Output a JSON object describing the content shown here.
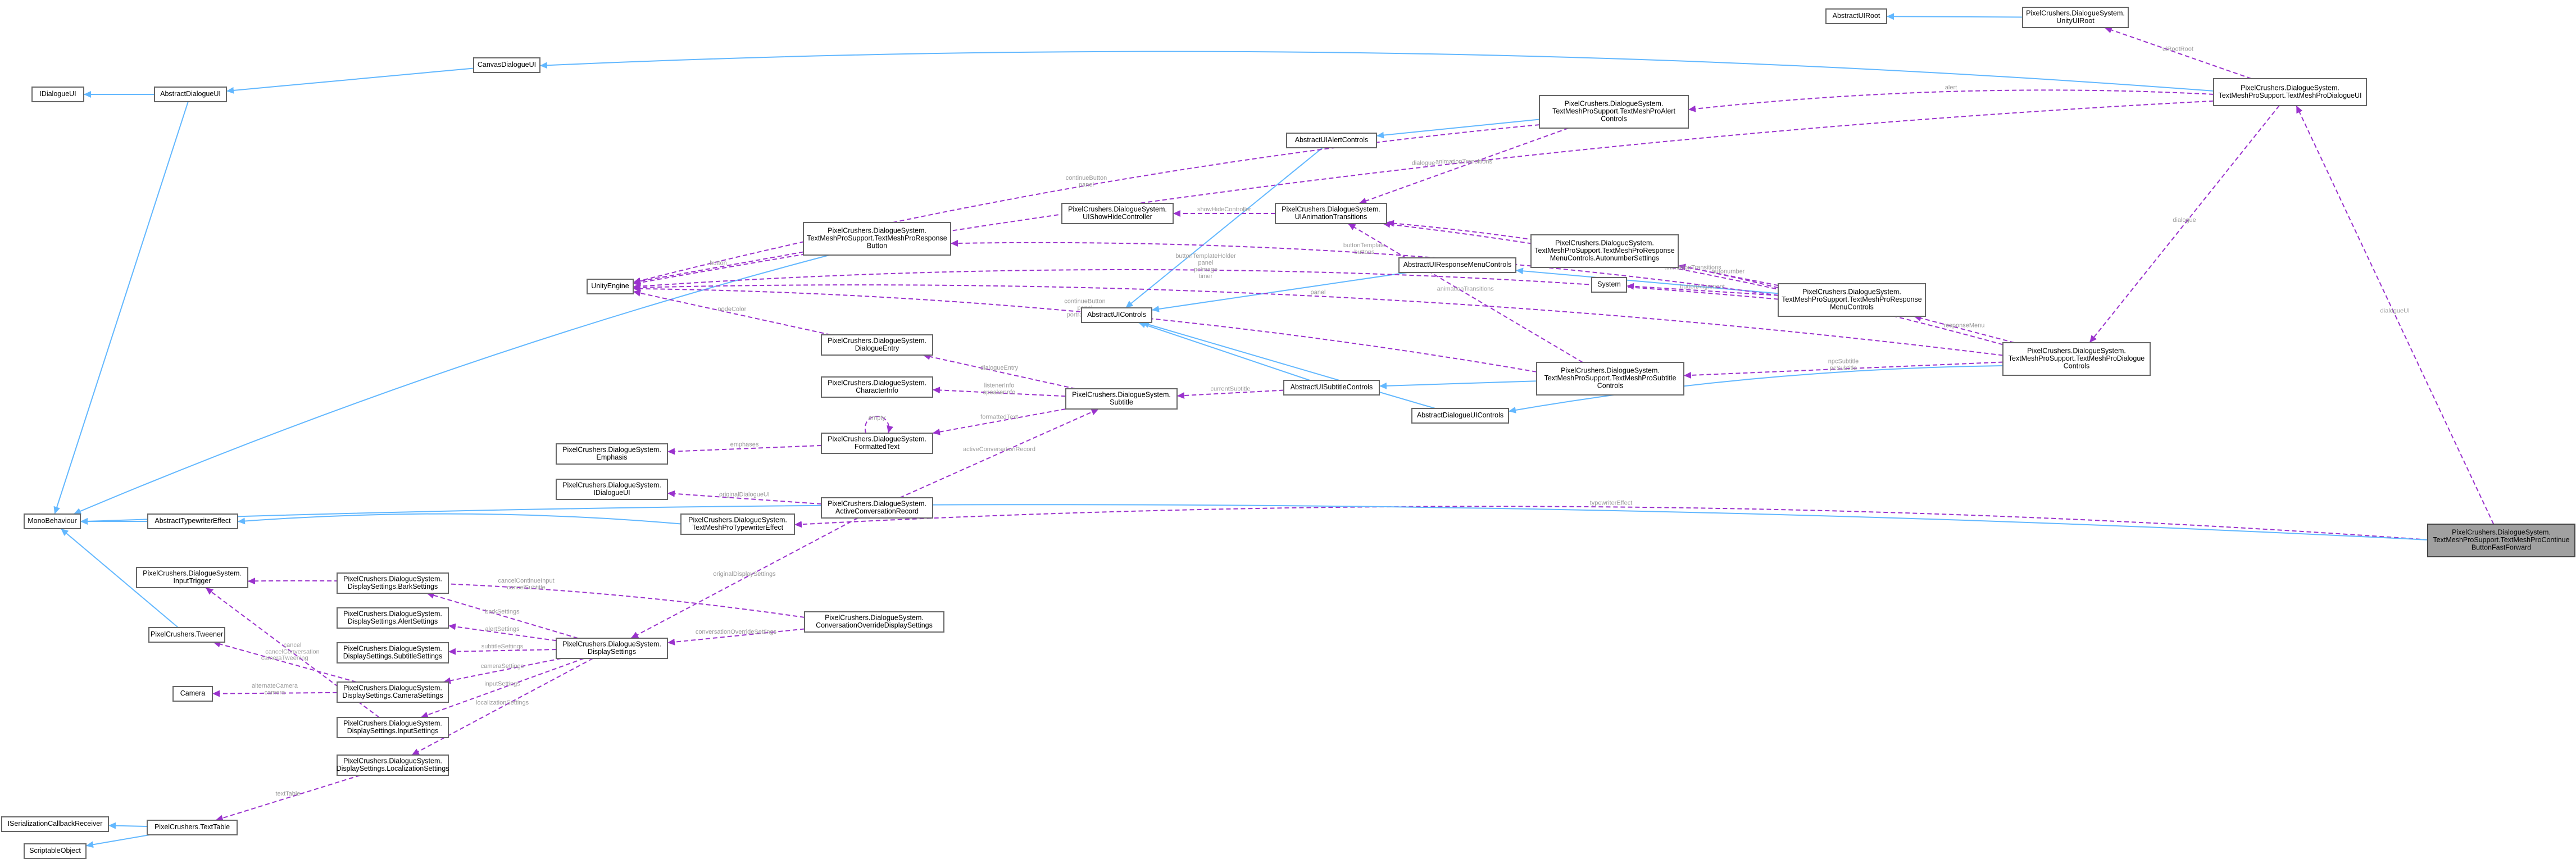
{
  "nodes": [
    {
      "id": "IDialogueUI",
      "lines": [
        "IDialogueUI"
      ]
    },
    {
      "id": "AbstractDialogueUI",
      "lines": [
        "AbstractDialogueUI"
      ]
    },
    {
      "id": "CanvasDialogueUI",
      "lines": [
        "CanvasDialogueUI"
      ]
    },
    {
      "id": "AbstractUIRoot",
      "lines": [
        "AbstractUIRoot"
      ]
    },
    {
      "id": "UnityUIRoot",
      "lines": [
        "PixelCrushers.DialogueSystem.",
        "UnityUIRoot"
      ]
    },
    {
      "id": "TMPDialogueUI",
      "lines": [
        "PixelCrushers.DialogueSystem.",
        "TextMeshProSupport.TextMeshProDialogueUI"
      ]
    },
    {
      "id": "TMPAlertControls",
      "lines": [
        "PixelCrushers.DialogueSystem.",
        "TextMeshProSupport.TextMeshProAlert",
        "Controls"
      ]
    },
    {
      "id": "AbstractUIAlertControls",
      "lines": [
        "AbstractUIAlertControls"
      ]
    },
    {
      "id": "UIAnimationTransitions",
      "lines": [
        "PixelCrushers.DialogueSystem.",
        "UIAnimationTransitions"
      ]
    },
    {
      "id": "UIShowHideController",
      "lines": [
        "PixelCrushers.DialogueSystem.",
        "UIShowHideController"
      ]
    },
    {
      "id": "TMPResponseButton",
      "lines": [
        "PixelCrushers.DialogueSystem.",
        "TextMeshProSupport.TextMeshProResponse",
        "Button"
      ]
    },
    {
      "id": "UnityEngine",
      "lines": [
        "UnityEngine"
      ]
    },
    {
      "id": "AbstractUIResponseMenuControls",
      "lines": [
        "AbstractUIResponseMenuControls"
      ]
    },
    {
      "id": "AutonumberSettings",
      "lines": [
        "PixelCrushers.DialogueSystem.",
        "TextMeshProSupport.TextMeshProResponse",
        "MenuControls.AutonumberSettings"
      ]
    },
    {
      "id": "System",
      "lines": [
        "System"
      ]
    },
    {
      "id": "TMPResponseMenuControls",
      "lines": [
        "PixelCrushers.DialogueSystem.",
        "TextMeshProSupport.TextMeshProResponse",
        "MenuControls"
      ]
    },
    {
      "id": "AbstractUIControls",
      "lines": [
        "AbstractUIControls"
      ]
    },
    {
      "id": "DialogueEntry",
      "lines": [
        "PixelCrushers.DialogueSystem.",
        "DialogueEntry"
      ]
    },
    {
      "id": "CharacterInfo",
      "lines": [
        "PixelCrushers.DialogueSystem.",
        "CharacterInfo"
      ]
    },
    {
      "id": "Subtitle",
      "lines": [
        "PixelCrushers.DialogueSystem.",
        "Subtitle"
      ]
    },
    {
      "id": "AbstractUISubtitleControls",
      "lines": [
        "AbstractUISubtitleControls"
      ]
    },
    {
      "id": "TMPSubtitleControls",
      "lines": [
        "PixelCrushers.DialogueSystem.",
        "TextMeshProSupport.TextMeshProSubtitle",
        "Controls"
      ]
    },
    {
      "id": "TMPDialogueControls",
      "lines": [
        "PixelCrushers.DialogueSystem.",
        "TextMeshProSupport.TextMeshProDialogue",
        "Controls"
      ]
    },
    {
      "id": "AbstractDialogueUIControls",
      "lines": [
        "AbstractDialogueUIControls"
      ]
    },
    {
      "id": "Emphasis",
      "lines": [
        "PixelCrushers.DialogueSystem.",
        "Emphasis"
      ]
    },
    {
      "id": "FormattedText",
      "lines": [
        "PixelCrushers.DialogueSystem.",
        "FormattedText"
      ]
    },
    {
      "id": "IDialogueUI2",
      "lines": [
        "PixelCrushers.DialogueSystem.",
        "IDialogueUI"
      ]
    },
    {
      "id": "ActiveConversationRecord",
      "lines": [
        "PixelCrushers.DialogueSystem.",
        "ActiveConversationRecord"
      ]
    },
    {
      "id": "MonoBehaviour",
      "lines": [
        "MonoBehaviour"
      ]
    },
    {
      "id": "AbstractTypewriterEffect",
      "lines": [
        "AbstractTypewriterEffect"
      ]
    },
    {
      "id": "TMPTypewriterEffect",
      "lines": [
        "PixelCrushers.DialogueSystem.",
        "TextMeshProTypewriterEffect"
      ]
    },
    {
      "id": "ContinueButtonFastForward",
      "lines": [
        "PixelCrushers.DialogueSystem.",
        "TextMeshProSupport.TextMeshProContinue",
        "ButtonFastForward"
      ],
      "focus": true
    },
    {
      "id": "InputTrigger",
      "lines": [
        "PixelCrushers.DialogueSystem.",
        "InputTrigger"
      ]
    },
    {
      "id": "BarkSettings",
      "lines": [
        "PixelCrushers.DialogueSystem.",
        "DisplaySettings.BarkSettings"
      ]
    },
    {
      "id": "AlertSettings",
      "lines": [
        "PixelCrushers.DialogueSystem.",
        "DisplaySettings.AlertSettings"
      ]
    },
    {
      "id": "SubtitleSettings",
      "lines": [
        "PixelCrushers.DialogueSystem.",
        "DisplaySettings.SubtitleSettings"
      ]
    },
    {
      "id": "DisplaySettings",
      "lines": [
        "PixelCrushers.DialogueSystem.",
        "DisplaySettings"
      ]
    },
    {
      "id": "ConversationOverrideDisplaySettings",
      "lines": [
        "PixelCrushers.DialogueSystem.",
        "ConversationOverrideDisplaySettings"
      ]
    },
    {
      "id": "Tweener",
      "lines": [
        "PixelCrushers.Tweener"
      ]
    },
    {
      "id": "Camera",
      "lines": [
        "Camera"
      ]
    },
    {
      "id": "CameraSettings",
      "lines": [
        "PixelCrushers.DialogueSystem.",
        "DisplaySettings.CameraSettings"
      ]
    },
    {
      "id": "InputSettings",
      "lines": [
        "PixelCrushers.DialogueSystem.",
        "DisplaySettings.InputSettings"
      ]
    },
    {
      "id": "LocalizationSettings",
      "lines": [
        "PixelCrushers.DialogueSystem.",
        "DisplaySettings.LocalizationSettings"
      ]
    },
    {
      "id": "ISerializationCallbackReceiver",
      "lines": [
        "ISerializationCallbackReceiver"
      ]
    },
    {
      "id": "TextTable",
      "lines": [
        "PixelCrushers.TextTable"
      ]
    },
    {
      "id": "ScriptableObject",
      "lines": [
        "ScriptableObject"
      ]
    }
  ],
  "edges": [
    {
      "from": "AbstractDialogueUI",
      "to": "IDialogueUI",
      "kind": "inherit"
    },
    {
      "from": "CanvasDialogueUI",
      "to": "AbstractDialogueUI",
      "kind": "inherit"
    },
    {
      "from": "AbstractDialogueUI",
      "to": "MonoBehaviour",
      "kind": "inherit"
    },
    {
      "from": "UnityUIRoot",
      "to": "AbstractUIRoot",
      "kind": "inherit"
    },
    {
      "from": "TMPDialogueUI",
      "to": "CanvasDialogueUI",
      "kind": "inherit"
    },
    {
      "from": "TMPDialogueUI",
      "to": "UnityUIRoot",
      "kind": "assoc",
      "label": "uiRootRoot"
    },
    {
      "from": "TMPDialogueUI",
      "to": "TMPAlertControls",
      "kind": "assoc",
      "label": "alert"
    },
    {
      "from": "TMPDialogueUI",
      "to": "UnityEngine",
      "kind": "assoc",
      "label": "dialogue"
    },
    {
      "from": "TMPDialogueUI",
      "to": "TMPDialogueControls",
      "kind": "assoc",
      "label": "dialogue"
    },
    {
      "from": "ContinueButtonFastForward",
      "to": "TMPDialogueUI",
      "kind": "assoc",
      "label": "dialogueUI"
    },
    {
      "from": "TMPAlertControls",
      "to": "AbstractUIAlertControls",
      "kind": "inherit"
    },
    {
      "from": "AbstractUIAlertControls",
      "to": "AbstractUIControls",
      "kind": "inherit"
    },
    {
      "from": "TMPAlertControls",
      "to": "UIAnimationTransitions",
      "kind": "assoc",
      "label": "animationTransitions"
    },
    {
      "from": "TMPAlertControls",
      "to": "UnityEngine",
      "kind": "assoc",
      "label": "continueButton\npanel"
    },
    {
      "from": "UIAnimationTransitions",
      "to": "UIShowHideController",
      "kind": "assoc",
      "label": "showHideController"
    },
    {
      "from": "TMPResponseButton",
      "to": "MonoBehaviour",
      "kind": "inherit"
    },
    {
      "from": "TMPResponseButton",
      "to": "UnityEngine",
      "kind": "assoc",
      "label": "button"
    },
    {
      "from": "TMPResponseMenuControls",
      "to": "AbstractUIResponseMenuControls",
      "kind": "inherit"
    },
    {
      "from": "AbstractUIResponseMenuControls",
      "to": "AbstractUIControls",
      "kind": "inherit"
    },
    {
      "from": "TMPResponseMenuControls",
      "to": "AutonumberSettings",
      "kind": "assoc",
      "label": "autonumber"
    },
    {
      "from": "TMPResponseMenuControls",
      "to": "System",
      "kind": "assoc",
      "label": "buttonAlignment"
    },
    {
      "from": "TMPResponseMenuControls",
      "to": "UIAnimationTransitions",
      "kind": "assoc",
      "label": "animationTransitions"
    },
    {
      "from": "TMPResponseMenuControls",
      "to": "TMPResponseButton",
      "kind": "assoc",
      "label": "buttonTemplate\nbuttons"
    },
    {
      "from": "TMPResponseMenuControls",
      "to": "UnityEngine",
      "kind": "assoc",
      "label": "buttonTemplateHolder\npanel\npcImage\ntimer"
    },
    {
      "from": "TMPSubtitleControls",
      "to": "AbstractUISubtitleControls",
      "kind": "inherit"
    },
    {
      "from": "AbstractUISubtitleControls",
      "to": "AbstractUIControls",
      "kind": "inherit"
    },
    {
      "from": "TMPSubtitleControls",
      "to": "UIAnimationTransitions",
      "kind": "assoc",
      "label": "animationTransitions"
    },
    {
      "from": "TMPSubtitleControls",
      "to": "UnityEngine",
      "kind": "assoc",
      "label": "continueButton\npanel\nportraitImage"
    },
    {
      "from": "AbstractUISubtitleControls",
      "to": "Subtitle",
      "kind": "assoc",
      "label": "currentSubtitle"
    },
    {
      "from": "TMPDialogueControls",
      "to": "AbstractDialogueUIControls",
      "kind": "inherit"
    },
    {
      "from": "AbstractDialogueUIControls",
      "to": "AbstractUIControls",
      "kind": "inherit"
    },
    {
      "from": "TMPDialogueControls",
      "to": "TMPResponseMenuControls",
      "kind": "assoc",
      "label": "responseMenu"
    },
    {
      "from": "TMPDialogueControls",
      "to": "TMPSubtitleControls",
      "kind": "assoc",
      "label": "npcSubtitle\npcSubtitle"
    },
    {
      "from": "TMPDialogueControls",
      "to": "UIAnimationTransitions",
      "kind": "assoc",
      "label": "animationTransitions"
    },
    {
      "from": "TMPDialogueControls",
      "to": "UnityEngine",
      "kind": "assoc",
      "label": "panel"
    },
    {
      "from": "Subtitle",
      "to": "DialogueEntry",
      "kind": "assoc",
      "label": "dialogueEntry"
    },
    {
      "from": "Subtitle",
      "to": "CharacterInfo",
      "kind": "assoc",
      "label": "listenerInfo\nspeakerInfo"
    },
    {
      "from": "Subtitle",
      "to": "FormattedText",
      "kind": "assoc",
      "label": "formattedText"
    },
    {
      "from": "DialogueEntry",
      "to": "UnityEngine",
      "kind": "assoc",
      "label": "nodeColor"
    },
    {
      "from": "FormattedText",
      "to": "Emphasis",
      "kind": "assoc",
      "label": "emphases"
    },
    {
      "from": "FormattedText",
      "to": "FormattedText",
      "kind": "assoc",
      "label": "empty"
    },
    {
      "from": "ActiveConversationRecord",
      "to": "Subtitle",
      "kind": "assoc",
      "label": "activeConversationRecord"
    },
    {
      "from": "ActiveConversationRecord",
      "to": "IDialogueUI2",
      "kind": "assoc",
      "label": "originalDialogueUI"
    },
    {
      "from": "ActiveConversationRecord",
      "to": "DisplaySettings",
      "kind": "assoc",
      "label": "originalDisplaySettings"
    },
    {
      "from": "AbstractTypewriterEffect",
      "to": "MonoBehaviour",
      "kind": "inherit"
    },
    {
      "from": "TMPTypewriterEffect",
      "to": "AbstractTypewriterEffect",
      "kind": "inherit"
    },
    {
      "from": "ContinueButtonFastForward",
      "to": "TMPTypewriterEffect",
      "kind": "assoc",
      "label": "typewriterEffect"
    },
    {
      "from": "ContinueButtonFastForward",
      "to": "MonoBehaviour",
      "kind": "inherit"
    },
    {
      "from": "DisplaySettings",
      "to": "BarkSettings",
      "kind": "assoc",
      "label": "barkSettings"
    },
    {
      "from": "DisplaySettings",
      "to": "AlertSettings",
      "kind": "assoc",
      "label": "alertSettings"
    },
    {
      "from": "DisplaySettings",
      "to": "SubtitleSettings",
      "kind": "assoc",
      "label": "subtitleSettings"
    },
    {
      "from": "DisplaySettings",
      "to": "CameraSettings",
      "kind": "assoc",
      "label": "cameraSettings"
    },
    {
      "from": "DisplaySettings",
      "to": "InputSettings",
      "kind": "assoc",
      "label": "inputSettings"
    },
    {
      "from": "DisplaySettings",
      "to": "LocalizationSettings",
      "kind": "assoc",
      "label": "localizationSettings"
    },
    {
      "from": "ConversationOverrideDisplaySettings",
      "to": "DisplaySettings",
      "kind": "assoc",
      "label": "conversationOverrideSettings"
    },
    {
      "from": "ConversationOverrideDisplaySettings",
      "to": "InputTrigger",
      "kind": "assoc",
      "label": "cancelContinueInput\ncancelSubtitle"
    },
    {
      "from": "InputSettings",
      "to": "InputTrigger",
      "kind": "assoc",
      "label": "cancel\ncancelConversation"
    },
    {
      "from": "CameraSettings",
      "to": "Camera",
      "kind": "assoc",
      "label": "alternateCamera\ncamera"
    },
    {
      "from": "CameraSettings",
      "to": "Tweener",
      "kind": "assoc",
      "label": "cameraTweening"
    },
    {
      "from": "Tweener",
      "to": "MonoBehaviour",
      "kind": "inherit"
    },
    {
      "from": "LocalizationSettings",
      "to": "TextTable",
      "kind": "assoc",
      "label": "textTable"
    },
    {
      "from": "TextTable",
      "to": "ISerializationCallbackReceiver",
      "kind": "inherit"
    },
    {
      "from": "TextTable",
      "to": "ScriptableObject",
      "kind": "inherit"
    }
  ]
}
